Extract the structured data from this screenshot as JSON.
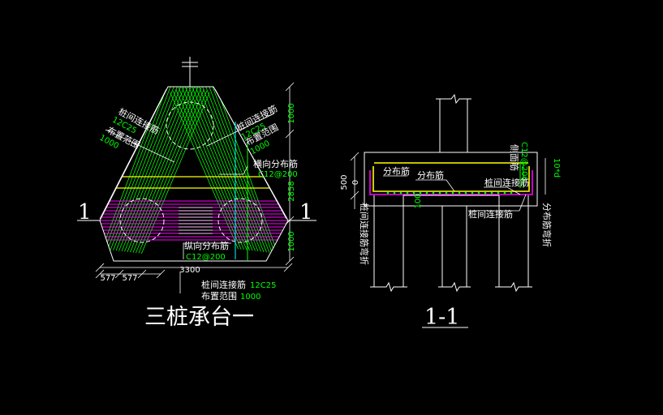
{
  "drawing": {
    "plan_title": "三桩承台一",
    "section_title": "1-1",
    "section_marker_left": "1",
    "section_marker_right": "1"
  },
  "plan_labels": {
    "left_tie_name": "桩间连接筋",
    "left_tie_spec": "12C25",
    "left_range_name": "布置范围",
    "left_range_value": "1000",
    "right_tie_name": "桩间连接筋",
    "right_tie_spec": "12C25",
    "right_range_name": "布置范围",
    "right_range_value": "1000",
    "transverse_name": "横向分布筋",
    "transverse_spec": "C12@200",
    "longitudinal_name": "纵向分布筋",
    "longitudinal_spec": "C12@200",
    "bottom_tie_name": "桩间连接筋",
    "bottom_tie_spec": "12C25",
    "bottom_range_name": "布置范围",
    "bottom_range_value": "1000"
  },
  "plan_dims": {
    "right_top": "1000",
    "right_mid": "2858",
    "right_bottom": "1000",
    "bottom_total": "3300",
    "bottom_seg_1": "577",
    "bottom_seg_2": "577"
  },
  "section_labels": {
    "dist_bar_1": "分布筋",
    "dist_bar_2": "分布筋",
    "side_bar": "侧面筋",
    "side_bar_spec": "C12@200",
    "tie_right": "桩间连接筋",
    "tie_bottom": "桩间连接筋",
    "tie_left_vertical": "桩间连接筋弯折",
    "dist_bend_vertical": "分布筋弯折",
    "bend_length": "10*d",
    "dim_500": "500",
    "dim_0": "0",
    "dim_100": "100"
  },
  "colors": {
    "background": "#000000",
    "outline": "#ffffff",
    "rebar_green": "#00ff00",
    "rebar_magenta": "#ff00ff",
    "rebar_yellow": "#ffff00",
    "rebar_cyan": "#00ffff",
    "text_white": "#ffffff",
    "text_green": "#00ff00"
  }
}
